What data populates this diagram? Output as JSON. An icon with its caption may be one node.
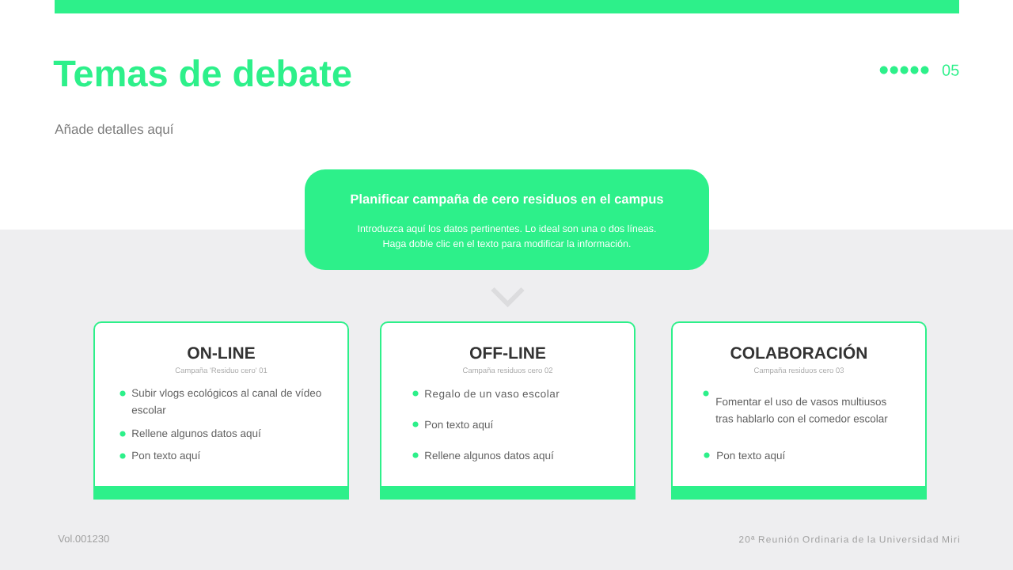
{
  "diagram": {
    "title": "Temas de debate",
    "nodes": [
      {
        "text": [
          "Planificar campaña de cero residuos en el campus",
          "Introduzca aquí los datos pertinentes. Lo ideal son una o dos líneas. Haga doble clic en el texto para modificar la información."
        ]
      },
      {
        "text": [
          "ON-LINE",
          "Campaña 'Residuo cero' 01",
          "Subir vlogs ecológicos al canal de vídeo escolar",
          "Rellene algunos datos aquí",
          "Pon texto aquí"
        ]
      },
      {
        "text": [
          "OFF-LINE",
          "Campaña residuos cero 02",
          "Regalo de un vaso escolar",
          "Pon texto aquí",
          "Rellene algunos datos aquí"
        ]
      },
      {
        "text": [
          "COLABORACIÓN",
          "Campaña residuos cero 03",
          "Fomentar el uso de vasos multiusos tras hablarlo con el comedor escolar",
          "Pon texto aquí"
        ]
      }
    ],
    "edges": [
      {
        "from": 0,
        "to": 2,
        "arrow": "to"
      }
    ],
    "labels": [
      "05",
      "Añade detalles aquí",
      "Vol.001230",
      "20ª Reunión Ordinaria de la Universidad Miri"
    ]
  }
}
